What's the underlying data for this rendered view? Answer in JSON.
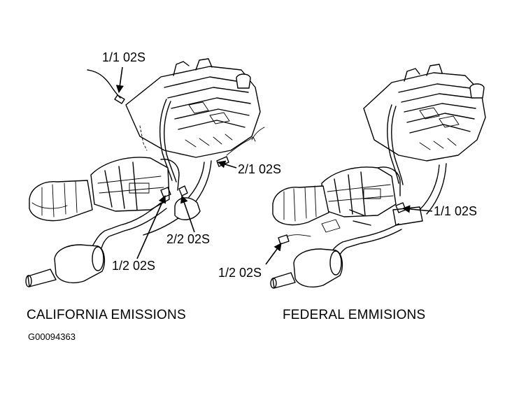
{
  "left_figure": {
    "caption": "CALIFORNIA EMISSIONS",
    "callouts": {
      "sensor_1_1": "1/1 02S",
      "sensor_2_1": "2/1 02S",
      "sensor_2_2": "2/2 02S",
      "sensor_1_2": "1/2 02S"
    }
  },
  "right_figure": {
    "caption": "FEDERAL EMMISIONS",
    "callouts": {
      "sensor_1_1": "1/1 02S",
      "sensor_1_2": "1/2 02S"
    }
  },
  "figure_id": "G00094363",
  "colors": {
    "ink": "#000000",
    "paper": "#ffffff"
  }
}
